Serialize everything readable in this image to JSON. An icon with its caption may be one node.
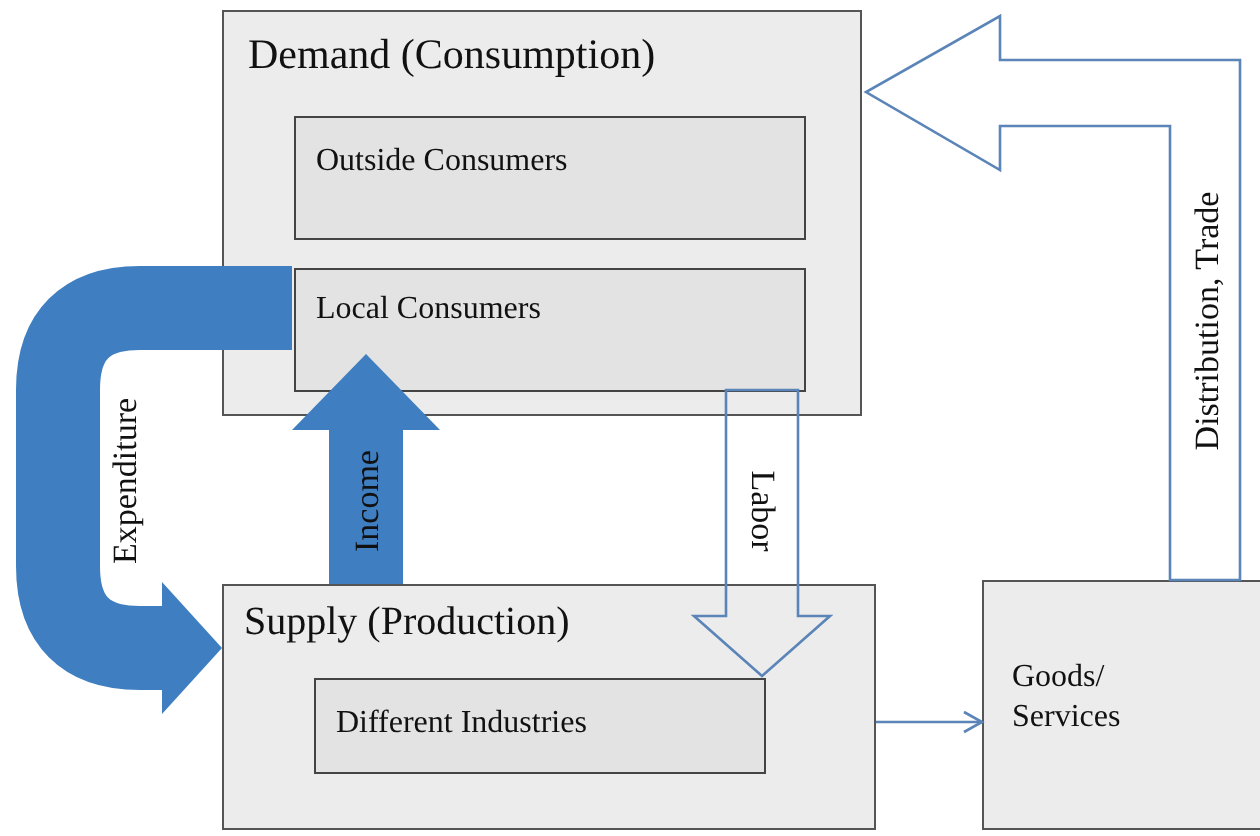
{
  "diagram": {
    "nodes": [
      {
        "text": [
          "Demand (Consumption)"
        ]
      },
      {
        "text": [
          "Outside Consumers"
        ],
        "in": 0
      },
      {
        "text": [
          "Local Consumers"
        ],
        "in": 0
      },
      {
        "text": [
          "Supply (Production)"
        ]
      },
      {
        "text": [
          "Different Industries"
        ],
        "in": 3
      },
      {
        "text": [
          "Goods/ Services"
        ]
      }
    ],
    "edges": [
      {
        "from": 2,
        "to": 3,
        "arrow": "to",
        "label": "Expenditure",
        "color": "#3f7fc1"
      },
      {
        "from": 3,
        "to": 2,
        "arrow": "to",
        "label": "Income",
        "color": "#3f7fc1"
      },
      {
        "from": 2,
        "to": 4,
        "arrow": "to",
        "label": "Labor"
      },
      {
        "from": 3,
        "to": 5,
        "arrow": "to"
      },
      {
        "from": 5,
        "to": 0,
        "arrow": "to",
        "label": "Distribution, Trade"
      }
    ]
  }
}
